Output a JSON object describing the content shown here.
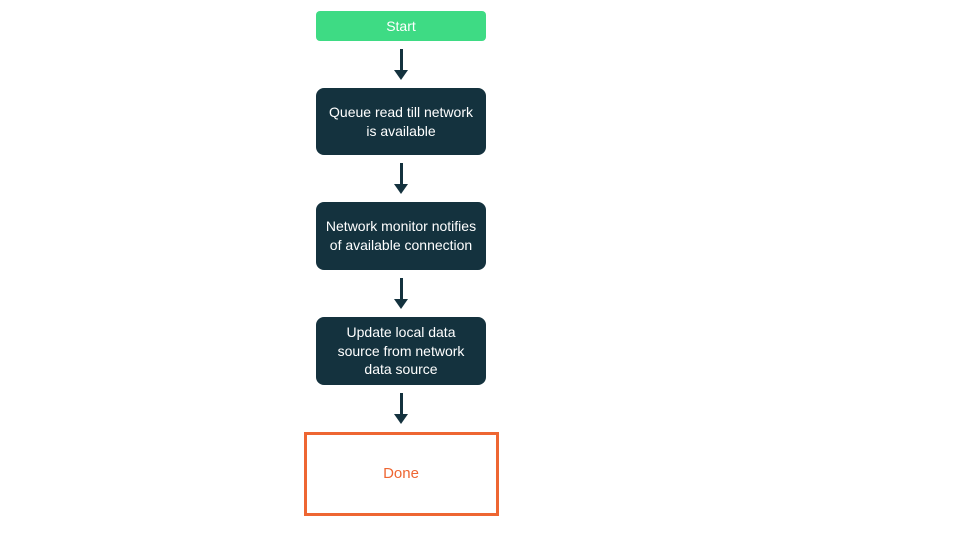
{
  "page": {
    "background": "#ffffff"
  },
  "flowchart": {
    "arrow_color": "#14323e",
    "colors": {
      "start_bg": "#3edb84",
      "process_bg": "#14323e",
      "process_text": "#ffffff",
      "start_text": "#ffffff",
      "done_border": "#ee6632",
      "done_text": "#ee6632",
      "done_bg": "#ffffff"
    },
    "nodes": [
      {
        "id": "start",
        "type": "start",
        "label": "Start"
      },
      {
        "id": "queue",
        "type": "process",
        "label": "Queue read till network is available"
      },
      {
        "id": "monitor",
        "type": "process",
        "label": "Network monitor notifies of available connection"
      },
      {
        "id": "update",
        "type": "process",
        "label": "Update local data source from network data source"
      },
      {
        "id": "done",
        "type": "terminal",
        "label": "Done"
      }
    ]
  }
}
